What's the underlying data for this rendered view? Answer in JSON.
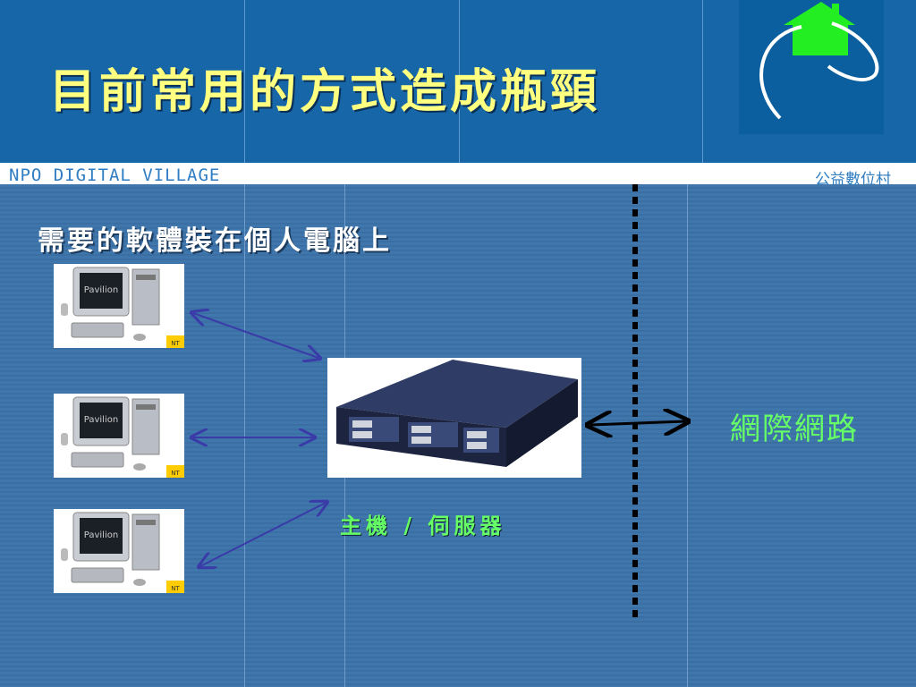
{
  "header": {
    "title": "目前常用的方式造成瓶頸",
    "logo_icon": "house-arc-logo-icon"
  },
  "strip": {
    "left_text": "NPO DIGITAL VILLAGE",
    "right_text": "公益數位村"
  },
  "main": {
    "subtitle": "需要的軟體裝在個人電腦上",
    "computers": [
      {
        "brand": "Pavilion",
        "badge": "NT",
        "icon": "desktop-computer-icon"
      },
      {
        "brand": "Pavilion",
        "badge": "NT",
        "icon": "desktop-computer-icon"
      },
      {
        "brand": "Pavilion",
        "badge": "NT",
        "icon": "desktop-computer-icon"
      }
    ],
    "server_label": "主機 / 伺服器",
    "server_icon": "rack-server-icon",
    "internet_label": "網際網路"
  },
  "colors": {
    "header_bg": "#1767a8",
    "title": "#ffff80",
    "accent_green": "#66ff66",
    "arrow": "#3a3aa8",
    "strip_text": "#2f7dc2"
  }
}
